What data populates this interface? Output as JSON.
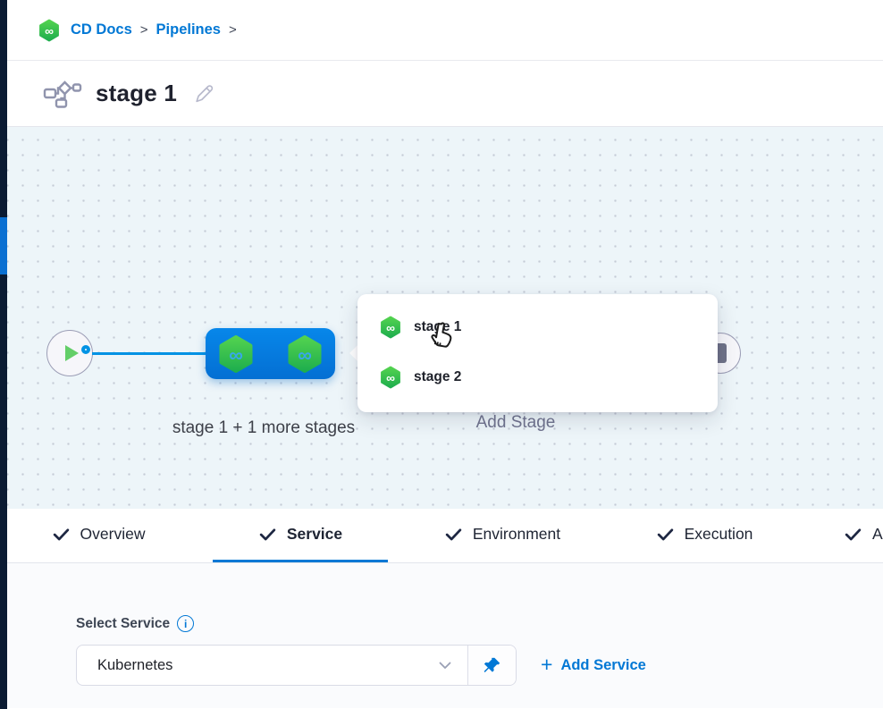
{
  "breadcrumb": {
    "items": [
      {
        "label": "CD Docs"
      },
      {
        "label": "Pipelines"
      }
    ],
    "separator": ">"
  },
  "header": {
    "title": "stage 1"
  },
  "canvas": {
    "stage_group_label": "stage 1 + 1 more stages",
    "add_stage_label": "Add Stage",
    "popup_items": [
      {
        "label": "stage 1"
      },
      {
        "label": "stage 2"
      }
    ]
  },
  "tabs": [
    {
      "label": "Overview",
      "checked": true,
      "active": false
    },
    {
      "label": "Service",
      "checked": true,
      "active": true
    },
    {
      "label": "Environment",
      "checked": true,
      "active": false
    },
    {
      "label": "Execution",
      "checked": true,
      "active": false
    },
    {
      "label": "A",
      "checked": true,
      "active": false
    }
  ],
  "service_panel": {
    "label": "Select Service",
    "info_glyph": "i",
    "select_value": "Kubernetes",
    "plus": "+",
    "add_service_label": "Add Service"
  },
  "colors": {
    "accent_blue": "#0278d5",
    "connector_blue": "#0092e4",
    "stage_node_blue": "#0580e2",
    "hexagon_green_top": "#52d24f",
    "hexagon_green_bottom": "#1fae4e",
    "rail_dark": "#0b1b33",
    "rail_active_blue": "#0b70d2",
    "canvas_bg": "#edf5f9"
  }
}
